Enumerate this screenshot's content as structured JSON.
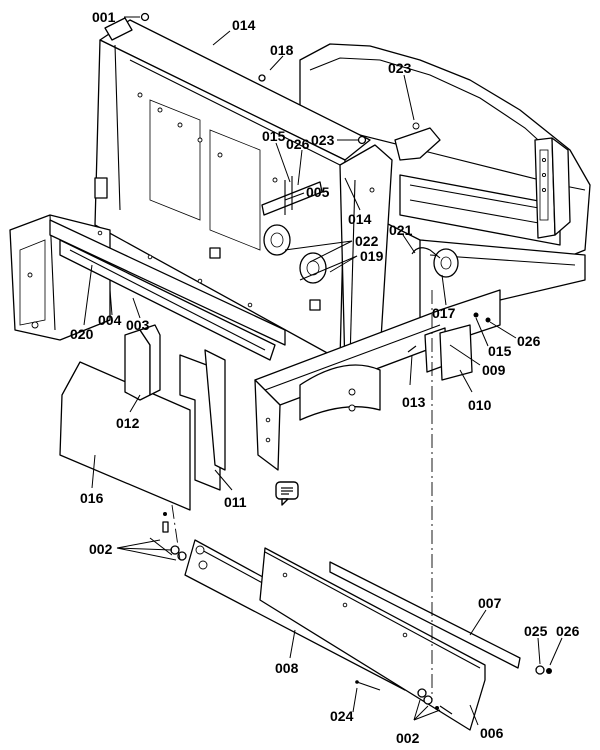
{
  "diagram": {
    "callouts": [
      {
        "id": "c001",
        "label": "001"
      },
      {
        "id": "c014a",
        "label": "014"
      },
      {
        "id": "c018",
        "label": "018"
      },
      {
        "id": "c023a",
        "label": "023"
      },
      {
        "id": "c015a",
        "label": "015"
      },
      {
        "id": "c026a",
        "label": "026"
      },
      {
        "id": "c023b",
        "label": "023"
      },
      {
        "id": "c005",
        "label": "005"
      },
      {
        "id": "c014b",
        "label": "014"
      },
      {
        "id": "c021",
        "label": "021"
      },
      {
        "id": "c022",
        "label": "022"
      },
      {
        "id": "c019",
        "label": "019"
      },
      {
        "id": "c020",
        "label": "020"
      },
      {
        "id": "c004",
        "label": "004"
      },
      {
        "id": "c003",
        "label": "003"
      },
      {
        "id": "c017",
        "label": "017"
      },
      {
        "id": "c026b",
        "label": "026"
      },
      {
        "id": "c015b",
        "label": "015"
      },
      {
        "id": "c009",
        "label": "009"
      },
      {
        "id": "c013",
        "label": "013"
      },
      {
        "id": "c010",
        "label": "010"
      },
      {
        "id": "c012",
        "label": "012"
      },
      {
        "id": "c016",
        "label": "016"
      },
      {
        "id": "c011",
        "label": "011"
      },
      {
        "id": "c002a",
        "label": "002"
      },
      {
        "id": "c007",
        "label": "007"
      },
      {
        "id": "c025",
        "label": "025"
      },
      {
        "id": "c026c",
        "label": "026"
      },
      {
        "id": "c008",
        "label": "008"
      },
      {
        "id": "c024",
        "label": "024"
      },
      {
        "id": "c006",
        "label": "006"
      },
      {
        "id": "c002b",
        "label": "002"
      }
    ],
    "comment_icon": "speech-bubble-icon"
  }
}
